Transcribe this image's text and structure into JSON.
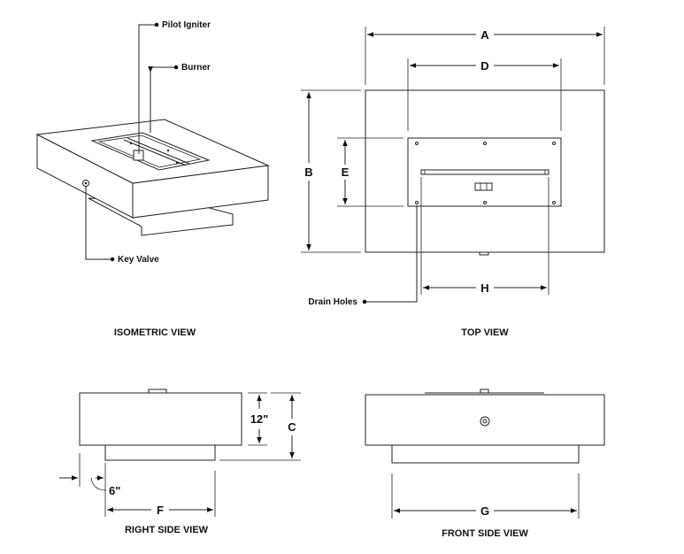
{
  "callouts": {
    "pilot_igniter": "Pilot Igniter",
    "burner": "Burner",
    "key_valve": "Key Valve",
    "drain_holes": "Drain Holes"
  },
  "dimensions": {
    "a": "A",
    "b": "B",
    "c": "C",
    "d": "D",
    "e": "E",
    "f": "F",
    "g": "G",
    "h": "H",
    "height": "12\"",
    "offset": "6\""
  },
  "views": {
    "isometric": "ISOMETRIC VIEW",
    "top": "TOP VIEW",
    "right_side": "RIGHT SIDE VIEW",
    "front_side": "FRONT SIDE VIEW"
  }
}
